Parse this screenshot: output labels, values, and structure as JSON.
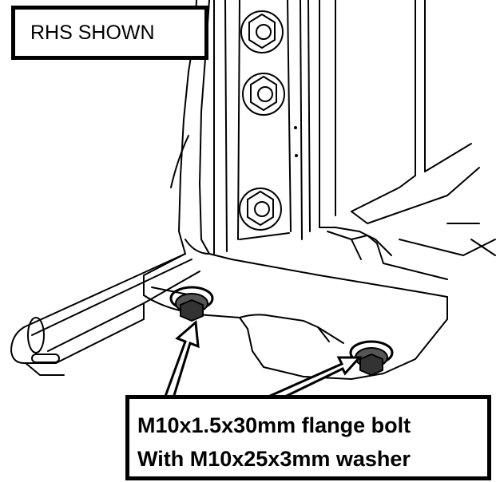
{
  "view_label": "RHS SHOWN",
  "callout": {
    "line1": "M10x1.5x30mm flange bolt",
    "line2": "With M10x25x3mm washer"
  }
}
